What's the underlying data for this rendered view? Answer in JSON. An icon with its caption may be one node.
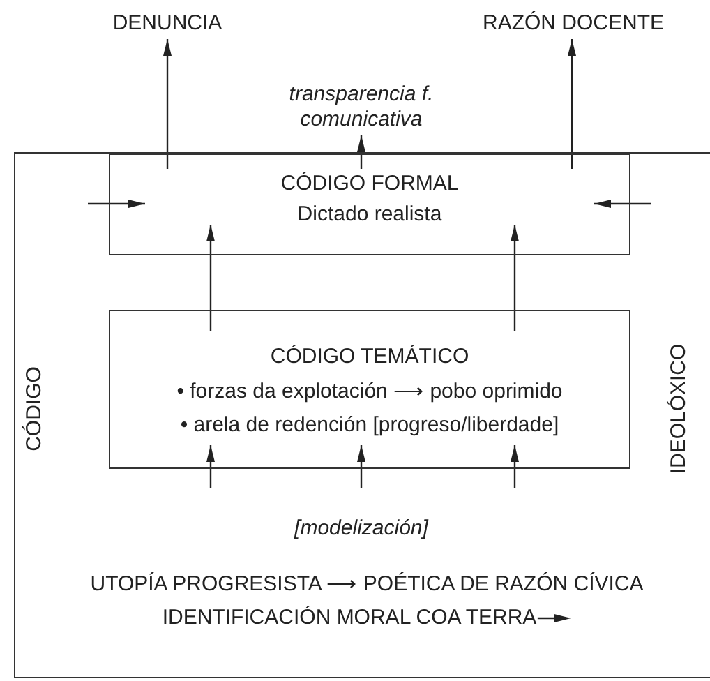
{
  "diagram": {
    "nodes": [
      {
        "text": [
          "CÓDIGO",
          "IDEOLÓXICO"
        ]
      },
      {
        "text": [
          "CÓDIGO FORMAL",
          "Dictado realista"
        ],
        "in": 0
      },
      {
        "text": [
          "CÓDIGO TEMÁTICO",
          "• forzas da explotación ⟶ pobo oprimido",
          "• arela de redención [progreso/liberdade]"
        ],
        "in": 0
      },
      {
        "text": [
          "DENUNCIA"
        ]
      },
      {
        "text": [
          "RAZÓN DOCENTE"
        ]
      },
      {
        "text": [
          "transparencia f. comunicativa"
        ]
      }
    ],
    "edges": [
      {
        "from": 1,
        "to": 3,
        "arrow": "to"
      },
      {
        "from": 1,
        "to": 5,
        "arrow": "to"
      },
      {
        "from": 1,
        "to": 4,
        "arrow": "to"
      },
      {
        "from": null,
        "to": 1,
        "arrow": "to"
      },
      {
        "from": null,
        "to": 1,
        "arrow": "to"
      },
      {
        "from": 2,
        "to": 1,
        "arrow": "to"
      },
      {
        "from": 2,
        "to": 1,
        "arrow": "to"
      },
      {
        "from": null,
        "to": 2,
        "arrow": "to"
      },
      {
        "from": null,
        "to": 2,
        "arrow": "to"
      },
      {
        "from": null,
        "to": 2,
        "arrow": "to"
      }
    ],
    "labels": [
      "[modelización]",
      "UTOPÍA PROGRESISTA ⟶ POÉTICA DE RAZÓN CÍVICA",
      "IDENTIFICACIÓN MORAL COA TERRA"
    ]
  }
}
